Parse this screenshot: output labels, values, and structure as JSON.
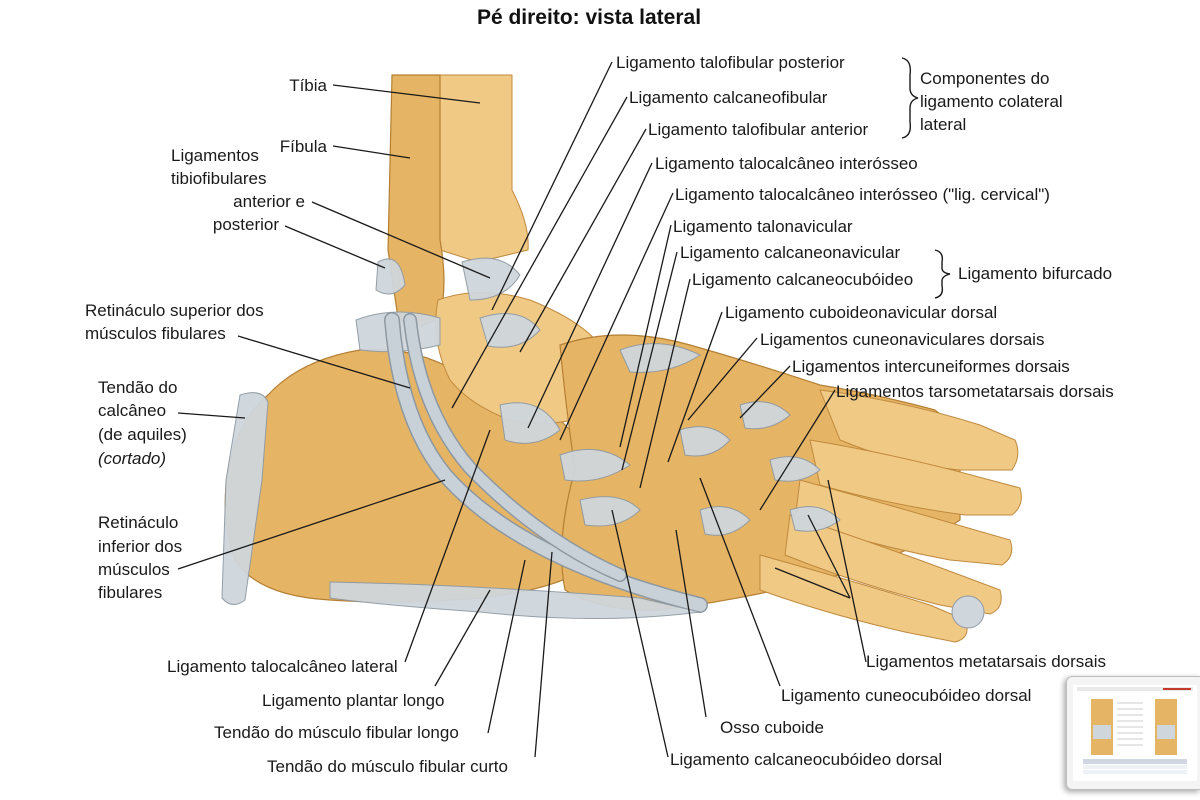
{
  "title": "Pé direito: vista lateral",
  "labels": {
    "tibia": "Tíbia",
    "fibula": "Fíbula",
    "tibiofib_1": "Ligamentos",
    "tibiofib_2": "tibiofibulares",
    "tibiofib_3": "anterior e",
    "tibiofib_4": "posterior",
    "ret_sup_1": "Retináculo superior dos",
    "ret_sup_2": "músculos fibulares",
    "achilles_1": "Tendão do",
    "achilles_2": "calcâneo",
    "achilles_3": "(de aquiles)",
    "achilles_4": "(cortado)",
    "ret_inf_1": "Retináculo",
    "ret_inf_2": "inferior dos",
    "ret_inf_3": "músculos",
    "ret_inf_4": "fibulares",
    "lig_talocalc_lat": "Ligamento talocalcâneo lateral",
    "lig_plantar_longo": "Ligamento plantar longo",
    "tend_fib_longo": "Tendão do músculo fibular longo",
    "tend_fib_curto": "Tendão do músculo fibular curto",
    "lig_talofib_post": "Ligamento talofibular posterior",
    "lig_calcaneofib": "Ligamento calcaneofibular",
    "lig_talofib_ant": "Ligamento talofibular anterior",
    "comp_1": "Componentes do",
    "comp_2": "ligamento colateral",
    "comp_3": "lateral",
    "lig_talocalc_inter": "Ligamento talocalcâneo interósseo",
    "lig_talocalc_cerv": "Ligamento talocalcâneo interósseo (\"lig. cervical\")",
    "lig_talonav": "Ligamento talonavicular",
    "lig_calcnav": "Ligamento calcaneonavicular",
    "lig_calccub": "Ligamento calcaneocubóideo",
    "lig_bifurcado": "Ligamento bifurcado",
    "lig_cubnav": "Ligamento cuboideonavicular dorsal",
    "lig_cuneonav": "Ligamentos cuneonaviculares dorsais",
    "lig_intercun": "Ligamentos intercuneiformes dorsais",
    "lig_tarsomet": "Ligamentos tarsometatarsais dorsais",
    "lig_metatars": "Ligamentos metatarsais dorsais",
    "lig_cuneocub": "Ligamento cuneocubóideo dorsal",
    "osso_cuboide": "Osso cuboide",
    "lig_calccub_dorsal": "Ligamento calcaneocubóideo dorsal"
  },
  "colors": {
    "bone": "#e5b464",
    "ligament": "#cfd6dc",
    "background": "#ffffff"
  }
}
